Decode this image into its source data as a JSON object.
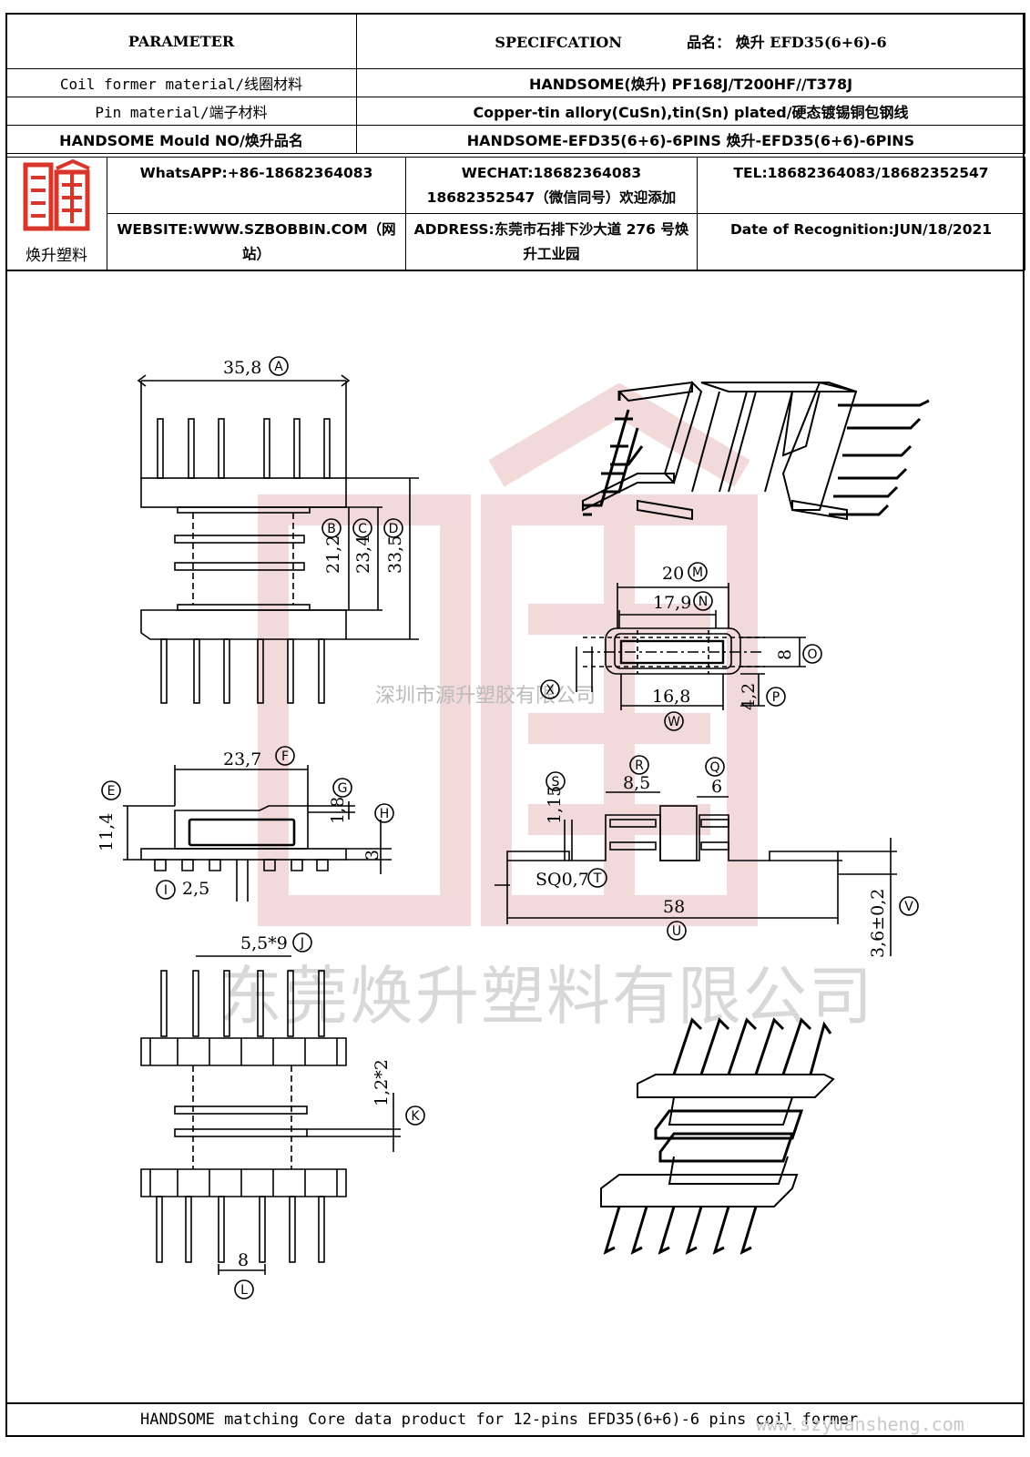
{
  "header": {
    "parameter": "PARAMETER",
    "specification": "SPECIFCATION",
    "product_name": "品名： 焕升 EFD35(6+6)-6"
  },
  "rows": [
    {
      "label": "Coil former material/线圈材料",
      "value": "HANDSOME(焕升)   PF168J/T200HF//T378J"
    },
    {
      "label": "Pin material/端子材料",
      "value": "Copper-tin allory(CuSn),tin(Sn) plated/硬态镀锡铜包钢线"
    },
    {
      "label": "HANDSOME Mould NO/焕升品名",
      "value": "HANDSOME-EFD35(6+6)-6PINS   焕升-EFD35(6+6)-6PINS"
    }
  ],
  "company": {
    "logo_text": "焕升塑料",
    "whatsapp": "WhatsAPP:+86-18682364083",
    "wechat_line1": "WECHAT:18682364083",
    "wechat_line2": "18682352547（微信同号）欢迎添加",
    "tel": "TEL:18682364083/18682352547",
    "website": "WEBSITE:WWW.SZBOBBIN.COM（网站）",
    "address": "ADDRESS:东莞市石排下沙大道 276 号焕升工业园",
    "date": "Date of Recognition:JUN/18/2021"
  },
  "watermarks": {
    "small": "深圳市源升塑胶有限公司",
    "large": "东莞焕升塑料有限公司",
    "site": "www.szyuansheng.com"
  },
  "dimensions": {
    "A": "35,8",
    "B": "21,2",
    "C": "23,4",
    "D": "33,5",
    "M": "20",
    "N": "17,9",
    "O": "8",
    "P": "4,2",
    "W": "16,8",
    "F": "23,7",
    "E": "11,4",
    "G": "1,8",
    "H": "3",
    "I": "2,5",
    "S": "1,15",
    "R": "8,5",
    "Q": "6",
    "T": "SQ0,7",
    "U": "58",
    "V": "3,6±0,2",
    "J": "5,5*9",
    "K": "1,2*2",
    "L": "8"
  },
  "footer": "HANDSOME matching Core data  product for 12-pins EFD35(6+6)-6 pins coil former",
  "colors": {
    "watermark_red": "#f2d6d6",
    "logo_red": "#d9362b"
  }
}
